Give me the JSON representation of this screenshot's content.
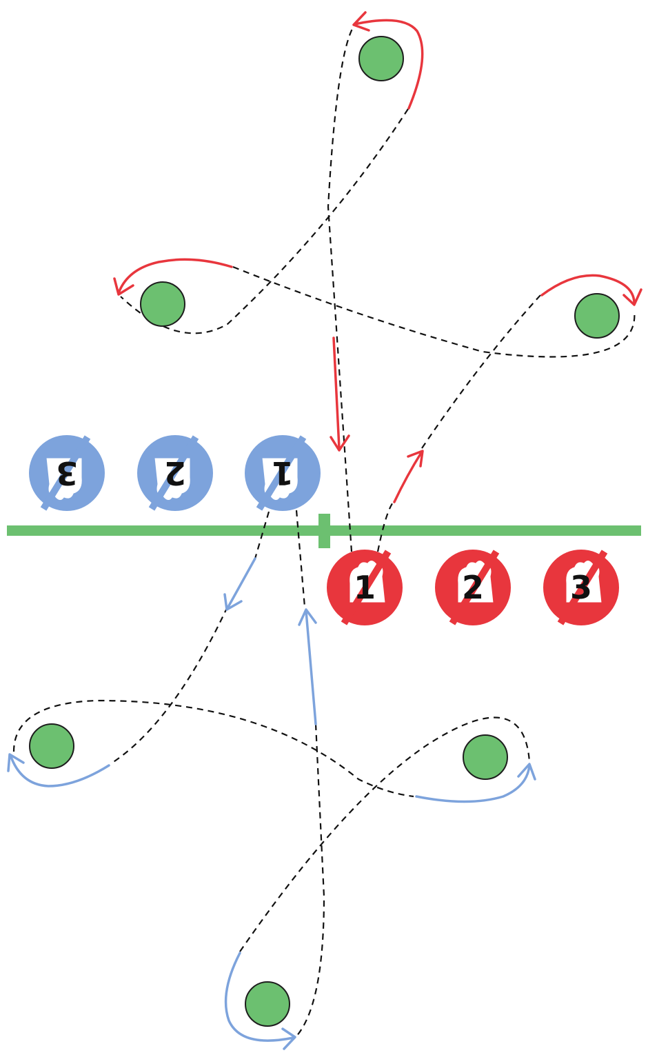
{
  "colors": {
    "cone": "#6cc070",
    "red_team": "#e8363d",
    "blue_team": "#7da3dc",
    "line": "#6cc070",
    "path": "#111111"
  },
  "red_players": [
    {
      "label": "1"
    },
    {
      "label": "2"
    },
    {
      "label": "3"
    }
  ],
  "blue_players": [
    {
      "label": "1"
    },
    {
      "label": "2"
    },
    {
      "label": "3"
    }
  ],
  "cones": {
    "count": 6
  }
}
